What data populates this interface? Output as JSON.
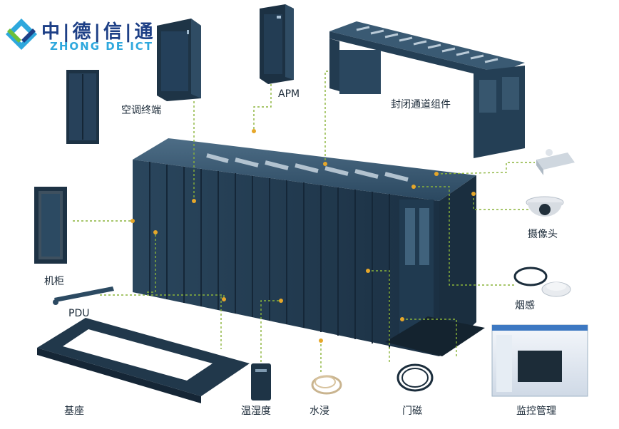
{
  "brand": {
    "name_cn": "中|德|信|通",
    "name_en": "ZHONG DE ICT"
  },
  "labels": {
    "ac_terminal": "空调终端",
    "apm": "APM",
    "containment": "封闭通道组件",
    "camera": "摄像头",
    "cabinet": "机柜",
    "pdu": "PDU",
    "smoke": "烟感",
    "base": "基座",
    "temp_humidity": "温湿度",
    "water_leak": "水浸",
    "door_sensor": "门磁",
    "monitoring": "监控管理"
  },
  "colors": {
    "navy": "#223a4e",
    "dark": "#182b3a",
    "leader": "#8ab33a",
    "brand_blue": "#1d3f86",
    "brand_cyan": "#2ea8dd",
    "brand_green": "#6cbf3a"
  }
}
